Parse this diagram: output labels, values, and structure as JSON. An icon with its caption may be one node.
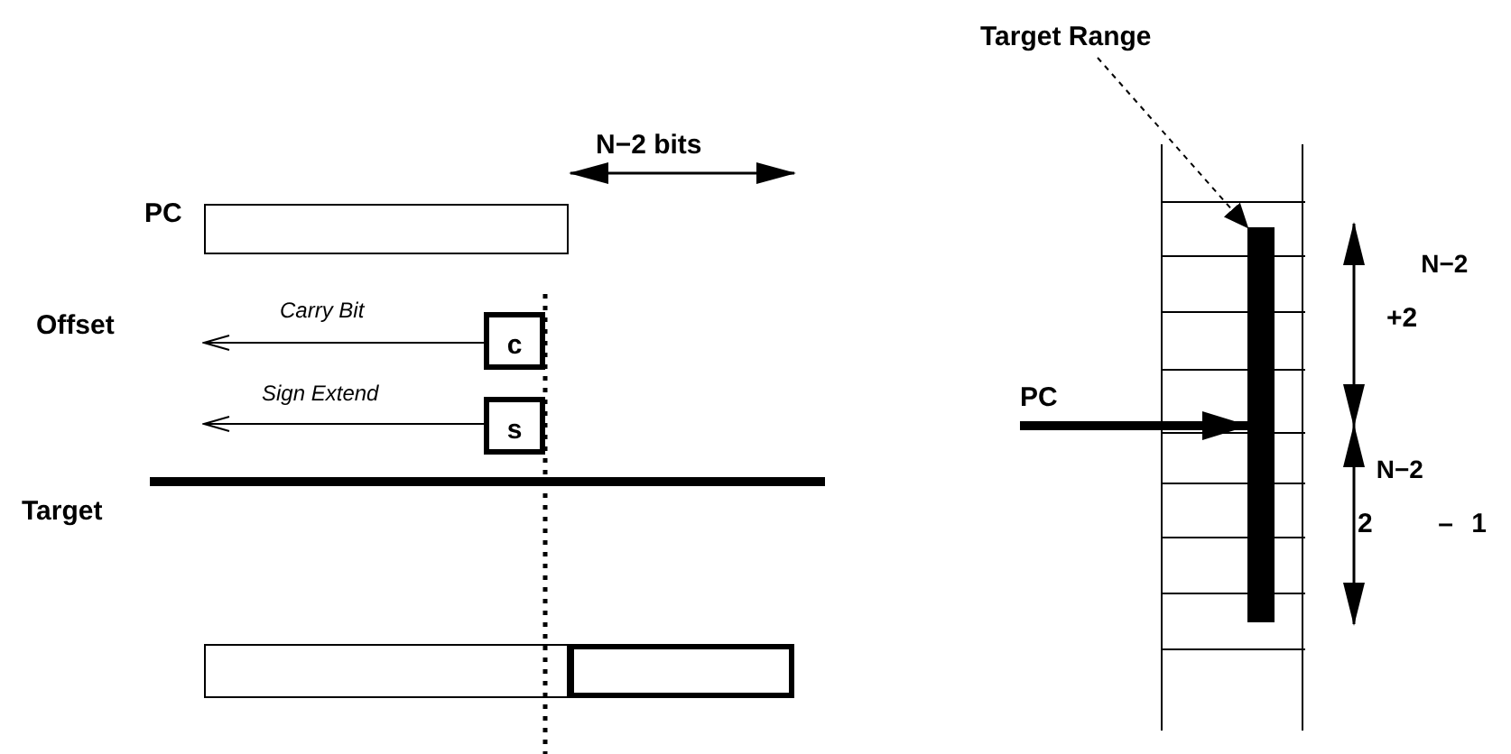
{
  "diagram": {
    "nodes": [
      {
        "text": [],
        "shape": "box"
      },
      {
        "text": [
          "c"
        ]
      },
      {
        "text": [
          "s"
        ]
      },
      {
        "text": [],
        "shape": "box"
      },
      {
        "text": [],
        "shape": "box"
      },
      {
        "text": [
          "Target Range"
        ]
      },
      {
        "text": [],
        "shape": "box"
      },
      {
        "text": [],
        "shape": "bar",
        "in": 6
      },
      {
        "text": [
          "PC"
        ]
      }
    ],
    "edges": [
      {
        "from": 1,
        "to": null,
        "arrow": "to",
        "label": "Carry Bit"
      },
      {
        "from": 2,
        "to": null,
        "arrow": "to",
        "label": "Sign Extend"
      },
      {
        "from": 5,
        "to": 7,
        "arrow": "to",
        "style": "dashed"
      },
      {
        "from": 8,
        "to": 7,
        "arrow": "to",
        "style": "thick"
      }
    ],
    "labels": [
      "N−2 bits",
      "PC",
      "Offset",
      "Target",
      "+2$^{N−2}$",
      "2$^{N−2}$ – 1"
    ]
  }
}
